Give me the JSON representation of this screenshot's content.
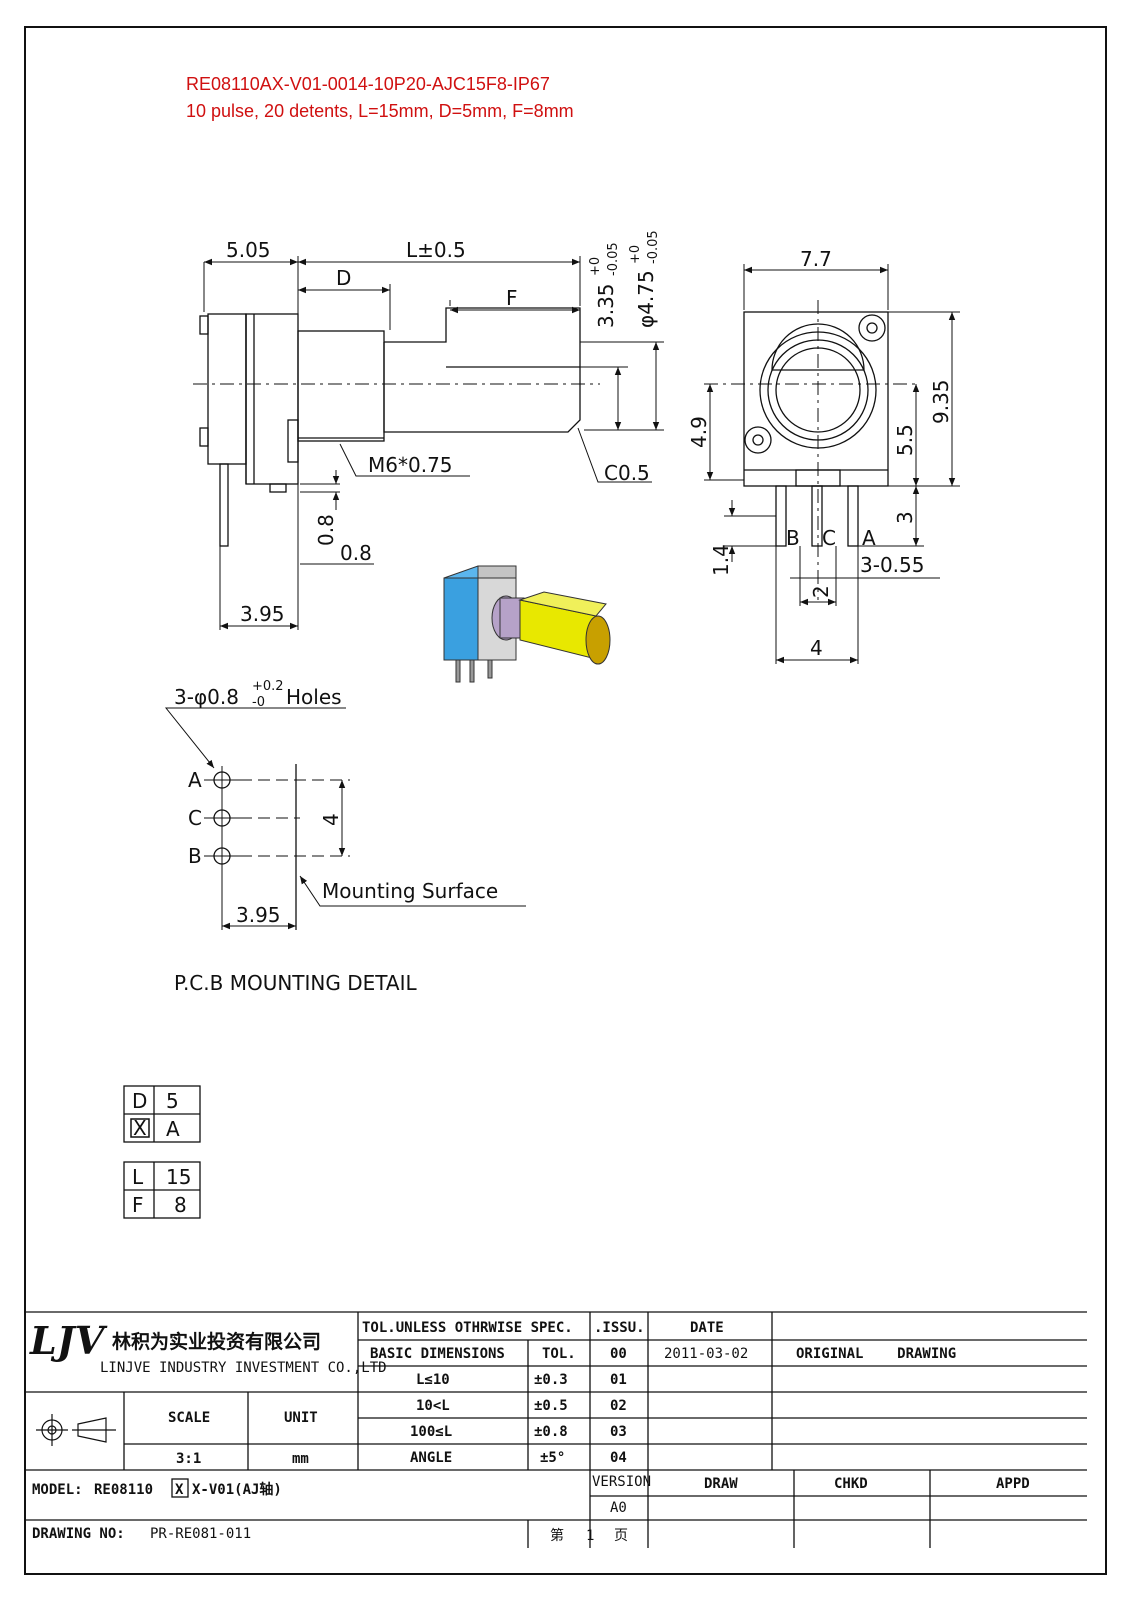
{
  "header": {
    "part_number": "RE08110AX-V01-0014-10P20-AJC15F8-IP67",
    "spec_line": "10 pulse, 20 detents, L=15mm, D=5mm, F=8mm"
  },
  "side_view": {
    "dim_body": "5.05",
    "dim_length": "L±0.5",
    "dim_d": "D",
    "dim_f": "F",
    "dim_flat": "3.35",
    "dim_shaft": "φ4.75",
    "tol_plus": "+0",
    "tol_minus": "-0.05",
    "thread": "M6*0.75",
    "chamfer": "C0.5",
    "dim_08a": "0.8",
    "dim_08b": "0.8",
    "dim_395": "3.95"
  },
  "front_view": {
    "dim_width": "7.7",
    "dim_height": "9.35",
    "dim_49": "4.9",
    "dim_55": "5.5",
    "dim_3": "3",
    "dim_14": "1.4",
    "pins": "3-0.55",
    "dim_2": "2",
    "dim_4": "4",
    "pin_a": "A",
    "pin_b": "B",
    "pin_c": "C"
  },
  "pcb_detail": {
    "holes": "3-φ0.8",
    "holes_tol_plus": "+0.2",
    "holes_tol_minus": "-0",
    "holes_suffix": "Holes",
    "pin_a": "A",
    "pin_c": "C",
    "pin_b": "B",
    "dim_4": "4",
    "dim_395": "3.95",
    "mounting_surface": "Mounting Surface",
    "title": "P.C.B MOUNTING DETAIL"
  },
  "code_tables": {
    "t1": [
      [
        "D",
        "5"
      ],
      [
        "X",
        "A"
      ]
    ],
    "t2": [
      [
        "L",
        "15"
      ],
      [
        "F",
        "8"
      ]
    ]
  },
  "title_block": {
    "logo": "LJV",
    "company_cn": "林积为实业投资有限公司",
    "company_en": "LINJVE INDUSTRY INVESTMENT CO.,LTD",
    "scale_label": "SCALE",
    "unit_label": "UNIT",
    "scale_value": "3:1",
    "unit_value": "mm",
    "tol_header": "TOL.UNLESS OTHRWISE SPEC.",
    "basic_dim": "BASIC DIMENSIONS",
    "tol": "TOL.",
    "tol_rows": [
      [
        "L≤10",
        "±0.3"
      ],
      [
        "10<L",
        "±0.5"
      ],
      [
        "100≤L",
        "±0.8"
      ],
      [
        "ANGLE",
        "±5°"
      ]
    ],
    "issu": ".ISSU.",
    "issu_values": [
      "00",
      "01",
      "02",
      "03",
      "04"
    ],
    "date_label": "DATE",
    "date_value": "2011-03-02",
    "remark": "ORIGINAL    DRAWING",
    "model_label": "MODEL:",
    "model_value_a": "RE08110",
    "model_value_x": "X",
    "model_value_b": "X-V01(AJ轴)",
    "version_label": "VERSION",
    "version_value": "A0",
    "draw": "DRAW",
    "chkd": "CHKD",
    "appd": "APPD",
    "drawing_no_label": "DRAWING NO:",
    "drawing_no_value": "PR-RE081-011",
    "page_a": "第",
    "page_n": "1",
    "page_b": "页"
  }
}
